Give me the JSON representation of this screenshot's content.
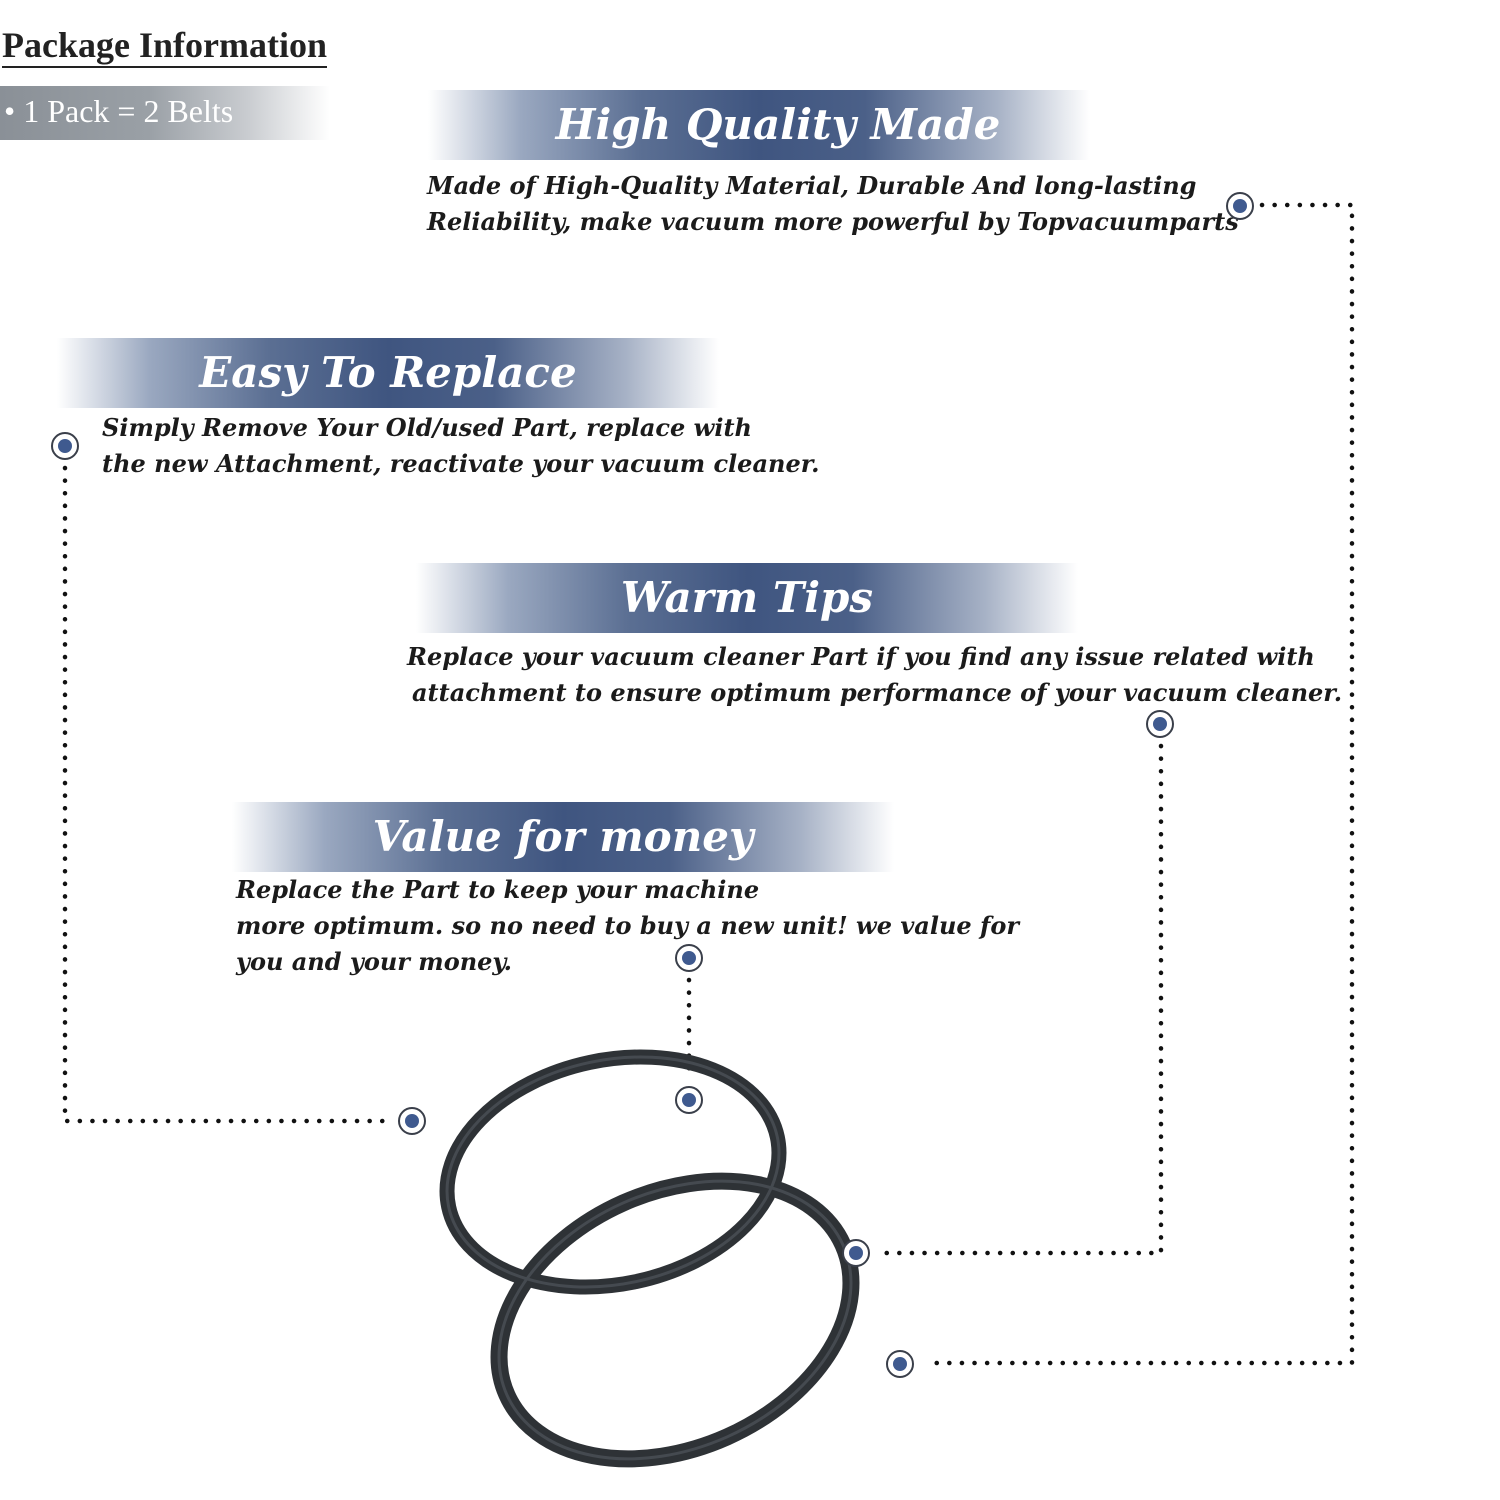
{
  "package": {
    "title": "Package Information",
    "items": [
      "• 1 Pack = 2 Belts"
    ]
  },
  "sections": {
    "high_quality": {
      "title": "High Quality Made",
      "lines": [
        "Made of  High-Quality Material, Durable And long-lasting",
        "Reliability, make vacuum more powerful by Topvacuumparts"
      ]
    },
    "easy_replace": {
      "title": "Easy To Replace",
      "lines": [
        "Simply Remove Your Old/used Part, replace with",
        "the new Attachment, reactivate your vacuum cleaner."
      ]
    },
    "warm_tips": {
      "title": "Warm Tips",
      "lines": [
        "Replace your vacuum cleaner Part if you find any issue related with",
        "attachment to ensure optimum performance of your vacuum cleaner."
      ]
    },
    "value": {
      "title": "Value for money",
      "lines": [
        "Replace the Part to keep your machine",
        "more optimum. so no need to buy a new unit! we value for",
        "you and your money."
      ]
    }
  },
  "product": {
    "name": "belt-pair",
    "count": 2
  },
  "colors": {
    "banner_mid": "#3f5580",
    "marker_dot": "#3f5a8f",
    "belt": "#2e3236"
  }
}
